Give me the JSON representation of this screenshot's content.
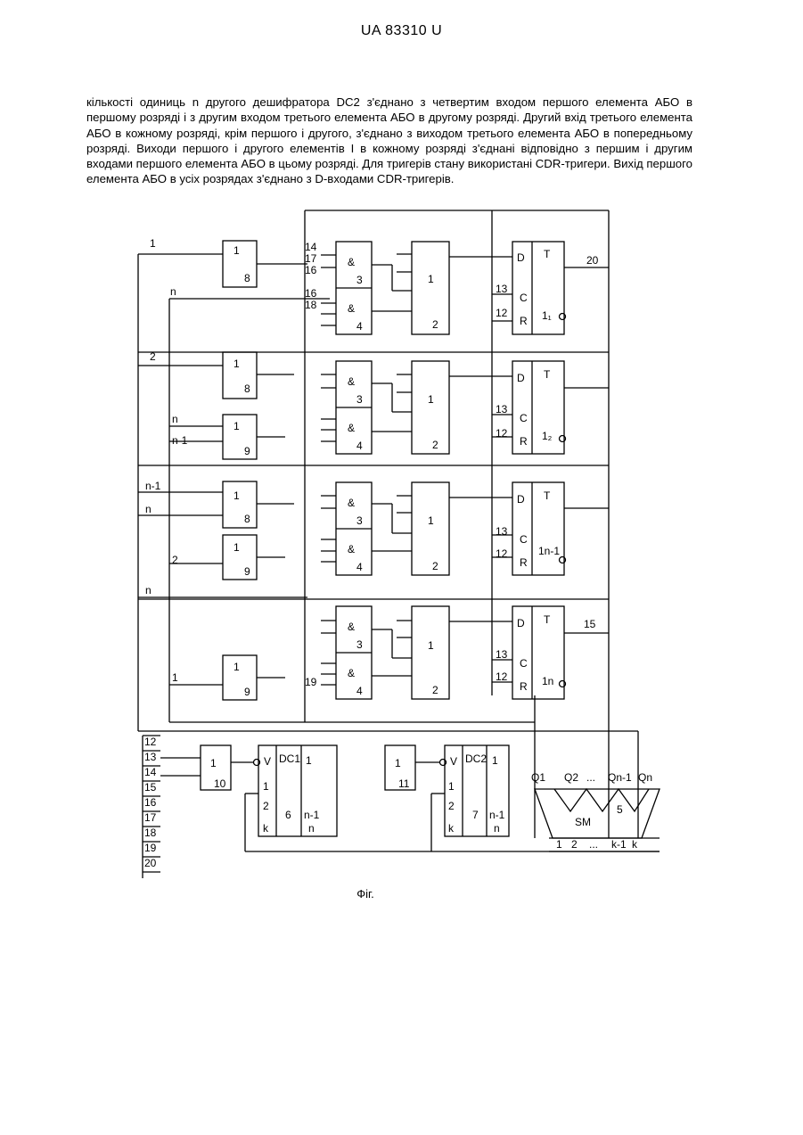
{
  "header": {
    "doc_number": "UA   83310   U"
  },
  "body_text": "кількості одиниць n другого дешифратора DC2 з'єднано з четвертим входом першого елемента АБО в першому розряді і з другим входом третього елемента АБО в другому розряді. Другий вхід третього елемента АБО в кожному розряді, крім першого і другого, з'єднано з виходом третього елемента АБО в попередньому розряді. Виходи першого і другого елементів І в кожному розряді з'єднані відповідно з першим і другим входами першого елемента АБО в цьому розряді. Для тригерів стану використані CDR-тригери. Вихід першого елемента АБО в усіх розрядах з'єднано з D-входами CDR-тригерів.",
  "figure": {
    "caption": "Фіг.",
    "or_gate_symbol": "1",
    "and_gate_symbol": "&",
    "trigger_symbol": "T",
    "d_label": "D",
    "c_label": "C",
    "r_label": "R",
    "v_label": "V",
    "row_inputs": [
      "1",
      "2",
      "n-1",
      "n",
      "n",
      "n-1",
      "2",
      "n",
      "1"
    ],
    "gate_numbers": [
      "8",
      "8",
      "9",
      "8",
      "9",
      "9",
      "3",
      "4",
      "2",
      "10",
      "11",
      "6",
      "7",
      "5"
    ],
    "pin_labels": [
      "14",
      "17",
      "16",
      "18",
      "19",
      "13",
      "12",
      "20",
      "15",
      "1",
      "2",
      "3",
      "4",
      "n"
    ],
    "trigger_labels": [
      "1₁",
      "1₂",
      "1n-1",
      "1n"
    ],
    "bus_lines": [
      "12",
      "13",
      "14",
      "15",
      "16",
      "17",
      "18",
      "19",
      "20"
    ],
    "dc1_label": "DC1",
    "dc2_label": "DC2",
    "dc_outputs": [
      "1",
      "⋮",
      "n-1",
      "n"
    ],
    "dc_inputs": [
      "1",
      "2",
      "⋮",
      "k"
    ],
    "sm_label": "SM",
    "sm_number": "5",
    "sm_q": [
      "Q1",
      "Q2",
      "...",
      "Qn-1",
      "Qn"
    ],
    "sm_k": [
      "1",
      "2",
      "...",
      "k-1",
      "k"
    ]
  }
}
